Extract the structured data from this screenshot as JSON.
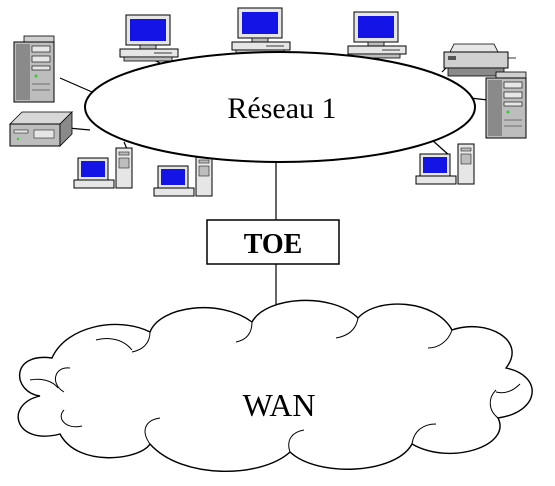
{
  "network": {
    "label": "Réseau 1"
  },
  "gateway": {
    "label": "TOE"
  },
  "wan": {
    "label": "WAN"
  },
  "icons": {
    "desktop": "desktop-computer-icon",
    "tower": "tower-server-icon",
    "printer": "printer-icon",
    "minitower": "minitower-pc-icon"
  },
  "colors": {
    "screen": "#1414e6",
    "stroke": "#000000",
    "chassis_light": "#e6e6e6",
    "chassis_mid": "#bdbdbd",
    "chassis_dark": "#8a8a8a"
  }
}
